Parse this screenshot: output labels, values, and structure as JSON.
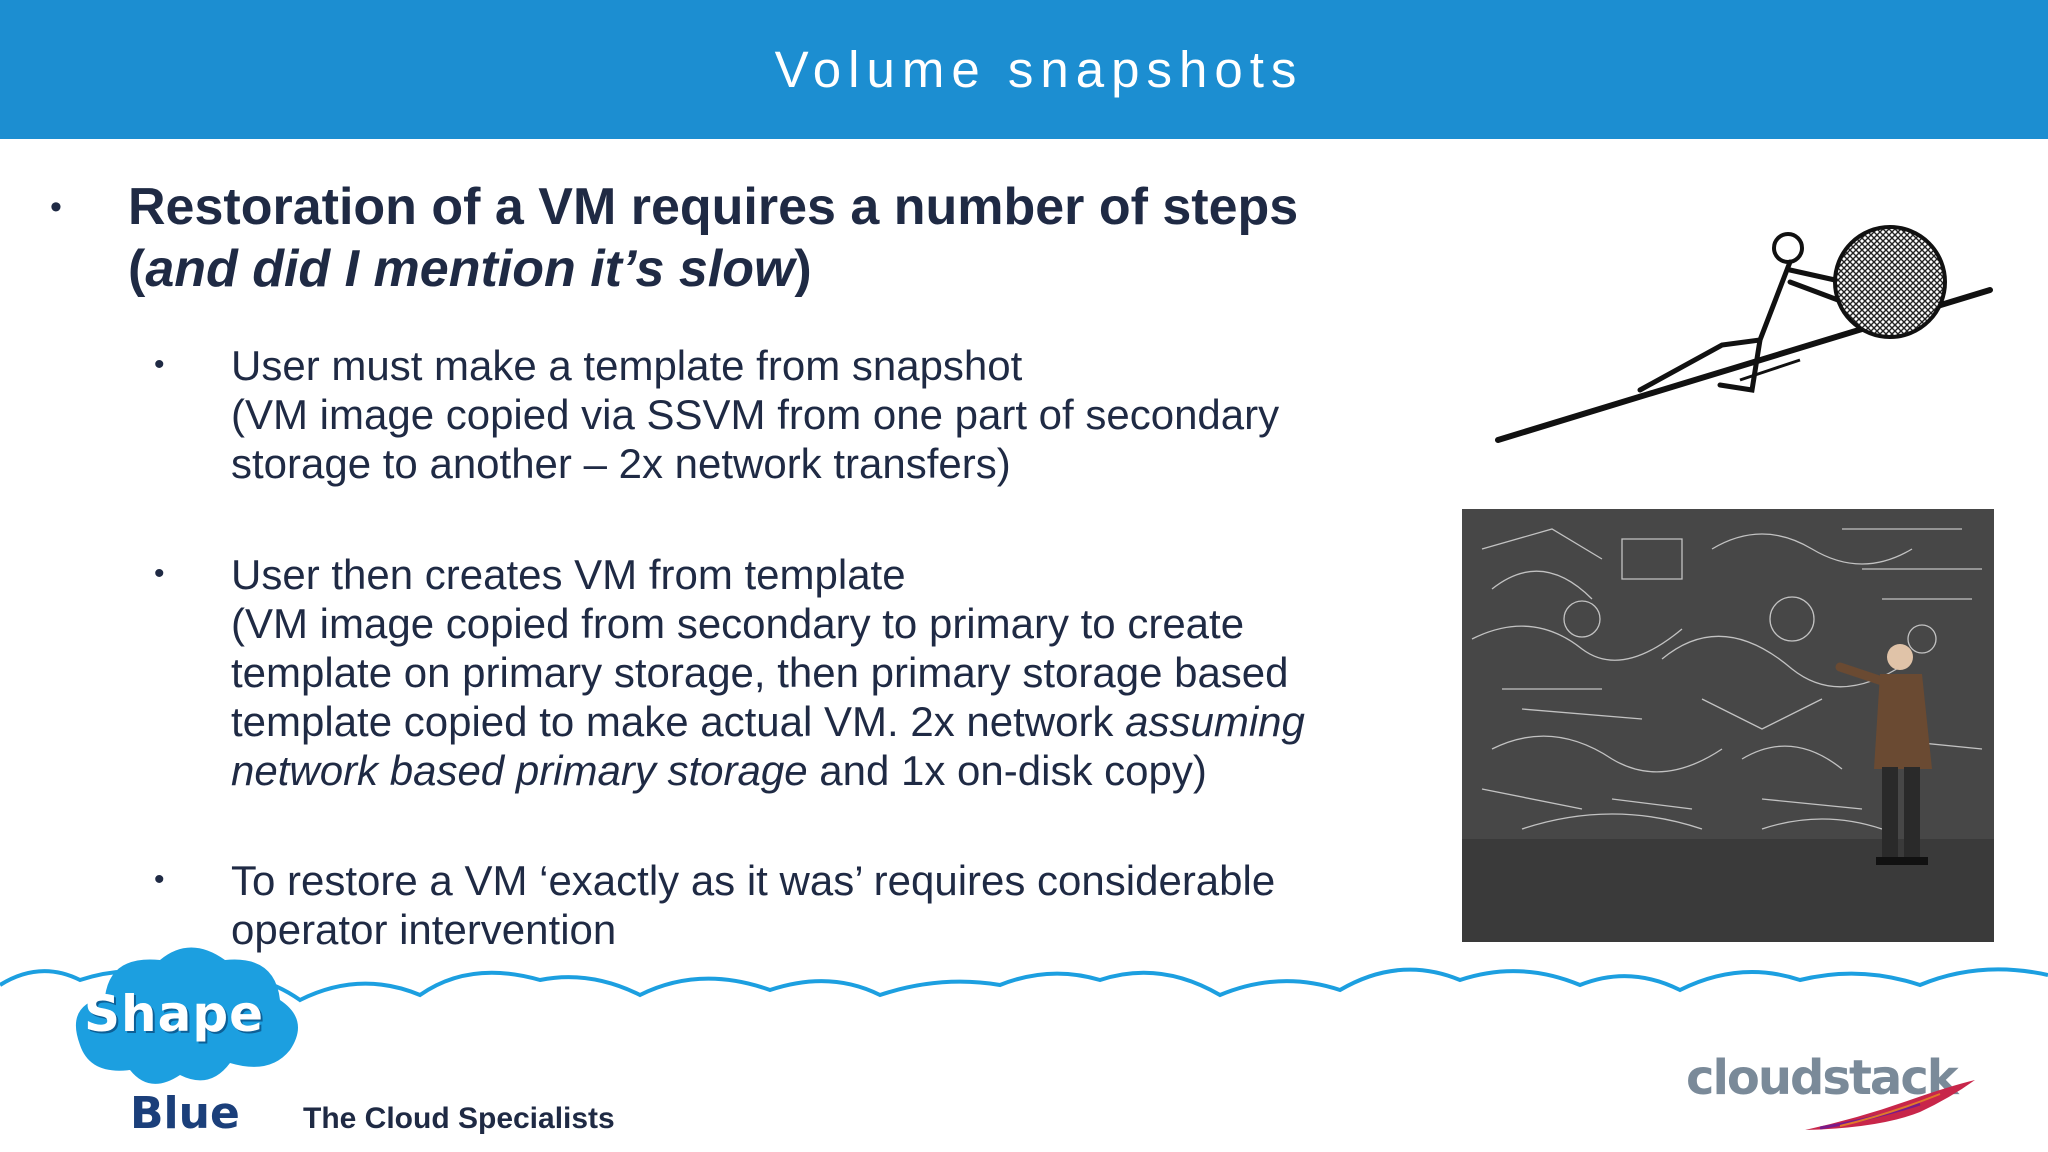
{
  "slide": {
    "title": "Volume snapshots",
    "main_point": {
      "text_before": "Restoration of a VM requires a number of steps",
      "paren_open": "(",
      "italic": "and did I mention it’s slow",
      "paren_close": ")"
    },
    "sub_points": [
      {
        "lines": [
          "User must make a template from snapshot",
          "(VM image copied via SSVM from one part of secondary",
          "storage to another – 2x network transfers)"
        ]
      },
      {
        "lines": [
          "User then creates VM from template",
          "(VM image copied from secondary to primary to create",
          "template on primary storage, then primary storage based"
        ],
        "line4_plain": "template copied to make actual VM. 2x network ",
        "line4_italic": "assuming",
        "line5_italic": "network based primary storage",
        "line5_plain": " and 1x on-disk copy)"
      },
      {
        "lines": [
          "To restore a VM ‘exactly as it was’ requires considerable",
          "operator intervention"
        ]
      }
    ],
    "bullet_char": "•"
  },
  "footer": {
    "logo_top": "Shape",
    "logo_bottom": "Blue",
    "tagline": "The Cloud Specialists",
    "right_logo": "cloudstack"
  },
  "colors": {
    "header": "#1c8ed1",
    "text": "#1f2a44",
    "wave": "#1c9fe0"
  },
  "icons": {
    "sisyphus": "stick-figure-pushing-boulder-image",
    "photo": "professor-at-chalkboard-image",
    "feather": "apache-feather-icon"
  }
}
